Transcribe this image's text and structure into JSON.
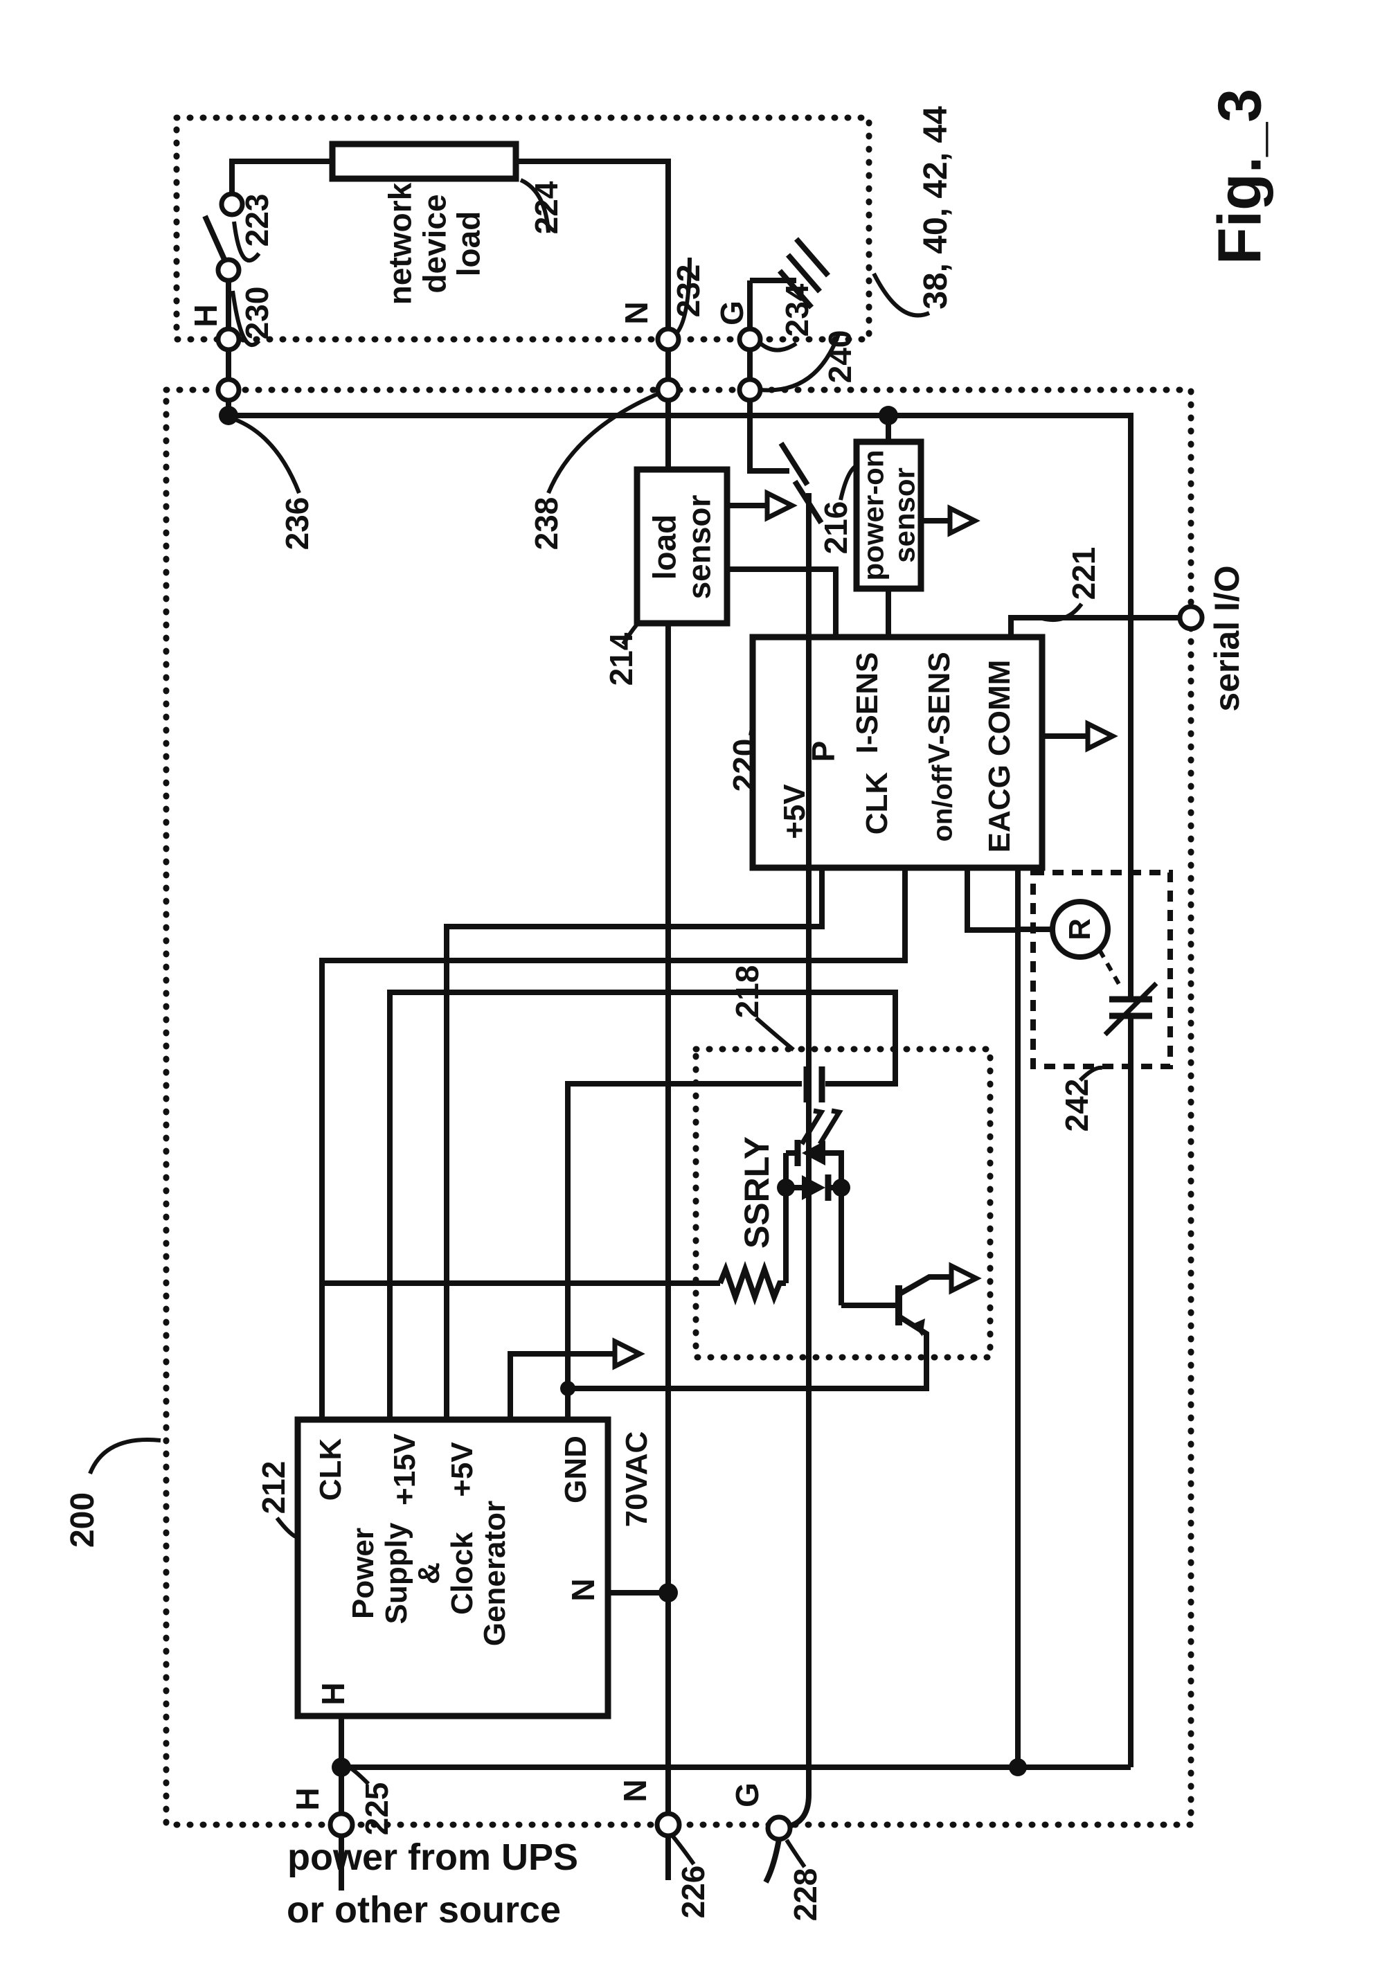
{
  "figure": {
    "title": "Fig._3"
  },
  "colors": {
    "ink": "#111111",
    "background": "#ffffff"
  },
  "outlet": {
    "h": "H",
    "ref_223": "223",
    "ref_230": "230",
    "load_label": "network\ndevice\nload",
    "ref_224": "224",
    "n": "N",
    "ref_232": "232",
    "g": "G",
    "ref_234": "234",
    "group_ref": "38, 40, 42, 44",
    "ref_240": "240"
  },
  "controller": {
    "ref_200": "200",
    "ref_236": "236",
    "ref_238": "238",
    "load_sensor_label": "load\nsensor",
    "ref_214": "214",
    "power_on_label": "power-on\nsensor",
    "ref_216": "216",
    "ref_220": "220",
    "ref_221": "221",
    "serial_label": "serial I/O",
    "eacg": {
      "p5v": "+5V",
      "p": "P",
      "clk": "CLK",
      "isens": "I-SENS",
      "onoff": "on/off",
      "vsens": "V-SENS",
      "comm": "EACG COMM"
    },
    "ssrly_label": "SSRLY",
    "ref_218": "218",
    "relay_letter": "R",
    "ref_242": "242",
    "psu": {
      "title": "Power\nSupply\n&\nClock\nGenerator",
      "clk": "CLK",
      "p15v": "+15V",
      "p5v": "+5V",
      "gnd": "GND",
      "h": "H",
      "n": "N",
      "vac": "70VAC",
      "ref_212": "212"
    },
    "ref_225": "225"
  },
  "input": {
    "h": "H",
    "n": "N",
    "g": "G",
    "ref_226": "226",
    "ref_228": "228",
    "caption_line1": "power from UPS",
    "caption_line2": "or other source"
  }
}
